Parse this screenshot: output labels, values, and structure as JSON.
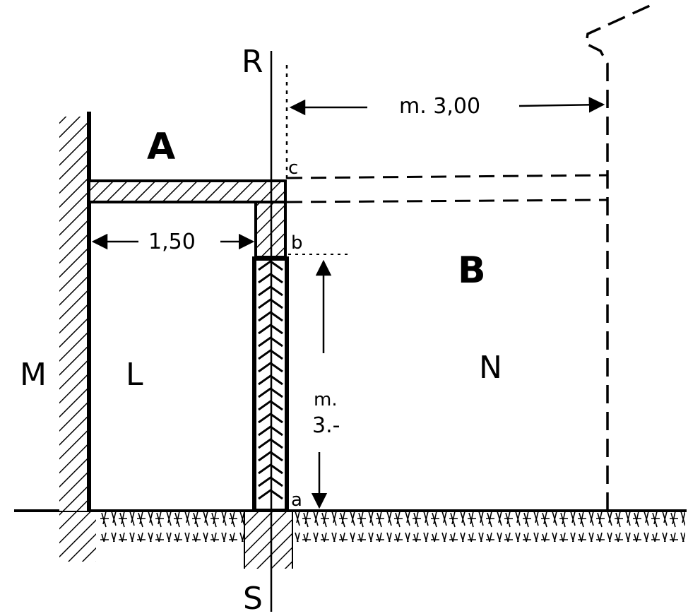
{
  "labels": {
    "A": "A",
    "B": "B",
    "L": "L",
    "N": "N",
    "M": "M",
    "R": "R",
    "S": "S",
    "a": "a",
    "b": "b",
    "c": "c"
  },
  "dimensions": {
    "top": "m. 3,00",
    "left": "1,50",
    "vertical_unit": "m.",
    "vertical_value": "3.-"
  },
  "colors": {
    "ink": "#000000",
    "paper": "#ffffff"
  }
}
